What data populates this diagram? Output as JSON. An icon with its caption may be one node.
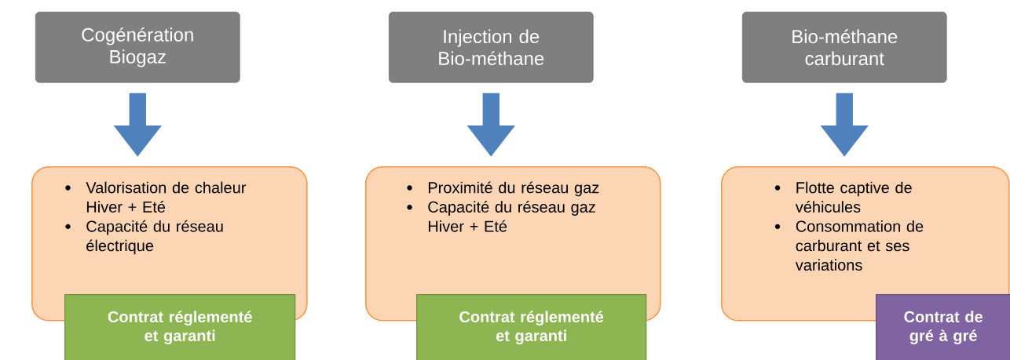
{
  "diagram": {
    "nodes": [
      {
        "text": [
          "Cogénération Biogaz"
        ]
      },
      {
        "text": [
          "Injection de Bio-méthane"
        ]
      },
      {
        "text": [
          "Bio-méthane carburant"
        ]
      },
      {
        "text": [
          "Valorisation de chaleur Hiver + Eté",
          "Capacité du réseau électrique"
        ]
      },
      {
        "text": [
          "Proximité du réseau gaz",
          "Capacité du réseau gaz Hiver + Eté"
        ]
      },
      {
        "text": [
          "Flotte captive de véhicules",
          "Consommation de carburant et ses variations"
        ]
      },
      {
        "text": [
          "Contrat réglementé et garanti"
        ]
      },
      {
        "text": [
          "Contrat réglementé et garanti"
        ]
      },
      {
        "text": [
          "Contrat de gré à gré"
        ]
      }
    ],
    "edges": [
      {
        "from": 0,
        "to": 3,
        "arrow": "to"
      },
      {
        "from": 1,
        "to": 4,
        "arrow": "to"
      },
      {
        "from": 2,
        "to": 5,
        "arrow": "to"
      }
    ]
  }
}
